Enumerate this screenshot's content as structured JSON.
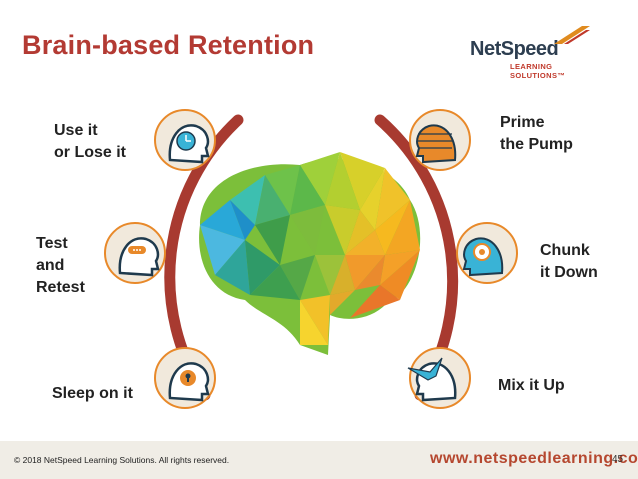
{
  "slide": {
    "title": "Brain-based Retention",
    "brand": "NetSpeed",
    "brand_sub": "LEARNING SOLUTIONS™",
    "accent": "#b33a33"
  },
  "labels": {
    "use_it_1": "Use it",
    "use_it_2": "or Lose it",
    "test_1": "Test",
    "test_2": "and",
    "test_3": "Retest",
    "sleep": "Sleep on it",
    "prime_1": "Prime",
    "prime_2": "the Pump",
    "chunk_1": "Chunk",
    "chunk_2": "it Down",
    "mix": "Mix it Up"
  },
  "icons": [
    "clock-head-icon",
    "thought-head-icon",
    "lock-head-icon",
    "gears-head-icon",
    "target-head-icon",
    "bird-head-icon"
  ],
  "footer": {
    "copyright": "© 2018 NetSpeed Learning Solutions. All rights reserved.",
    "website": "www.netspeedlearning.com",
    "page_number": "45"
  }
}
